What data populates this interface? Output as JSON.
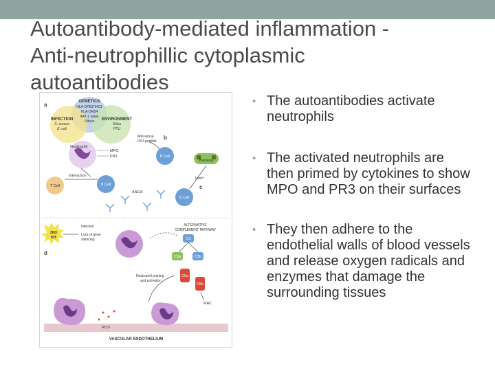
{
  "slide": {
    "title_line1": "Autoantibody-mediated inflammation  -",
    "title_line2": "Anti-neutrophillic cytoplasmic",
    "title_line3": "autoantibodies",
    "bullets": [
      "The autoantibodies activate neutrophils",
      "The activated neutrophils are then primed by cytokines to show MPO and PR3 on their surfaces",
      "They then adhere to the endothelial walls of blood vessels and release oxygen radicals and enzymes that damage the surrounding tissues"
    ]
  },
  "figure": {
    "panel_a": "a",
    "panel_b": "b",
    "panel_c": "c",
    "panel_d": "d",
    "genetics": "GENETICS",
    "genetics_items": [
      "HLA-DPB1*0401",
      "HLA-DRB4",
      "AAT Z allele",
      "Others"
    ],
    "infection": "INFECTION",
    "infection_items": [
      "S. aureus",
      "E. coli"
    ],
    "environment": "ENVIRONMENT",
    "environment_items": [
      "Silica",
      "PTU"
    ],
    "antisense_line1": "Anti-sense",
    "antisense_line2": "PR3 peptide",
    "neutrophil": "Neutrophil",
    "mpo": "MPO",
    "pr3": "PR3",
    "bcell_top": "B Cell",
    "bacteria": "Bacteria",
    "tcell": "T Cell",
    "interaction": "Interaction",
    "bcell_mid": "B Cell",
    "fimh": "FimH",
    "anca": "ANCA",
    "bcell_right": "B Cell",
    "hit2_line1": "2ND",
    "hit2_line2": "HIT",
    "infection_d": "infection",
    "loss_gene_line1": "Loss of gene",
    "loss_gene_line2": "silencing",
    "alt_pathway_line1": "ALTERNATIVE",
    "alt_pathway_line2": "COMPLEMENT PATHWAY",
    "c3": "C3",
    "c3a": "C3a",
    "c3b": "C3b",
    "c5a": "C5a",
    "c5b": "C5b",
    "priming_line1": "Neutrophil priming",
    "priming_line2": "and activation",
    "mac": "MAC",
    "ros": "ROS",
    "vascular": "VASCULAR ENDOTHELIUM"
  },
  "colors": {
    "accent": "#8fa5a0",
    "title": "#4a4a4a",
    "body_text": "#333333",
    "genetics_circle": "#b9cbe8",
    "infection_circle": "#f4e28f",
    "environment_circle": "#c9e4b2",
    "neutrophil": "#c99ad6",
    "bcell": "#6d9fd8",
    "tcell": "#f2c98d",
    "bacteria": "#8fbf5a",
    "complement": "#d94a3a",
    "endothelium": "#e8c8cf"
  }
}
